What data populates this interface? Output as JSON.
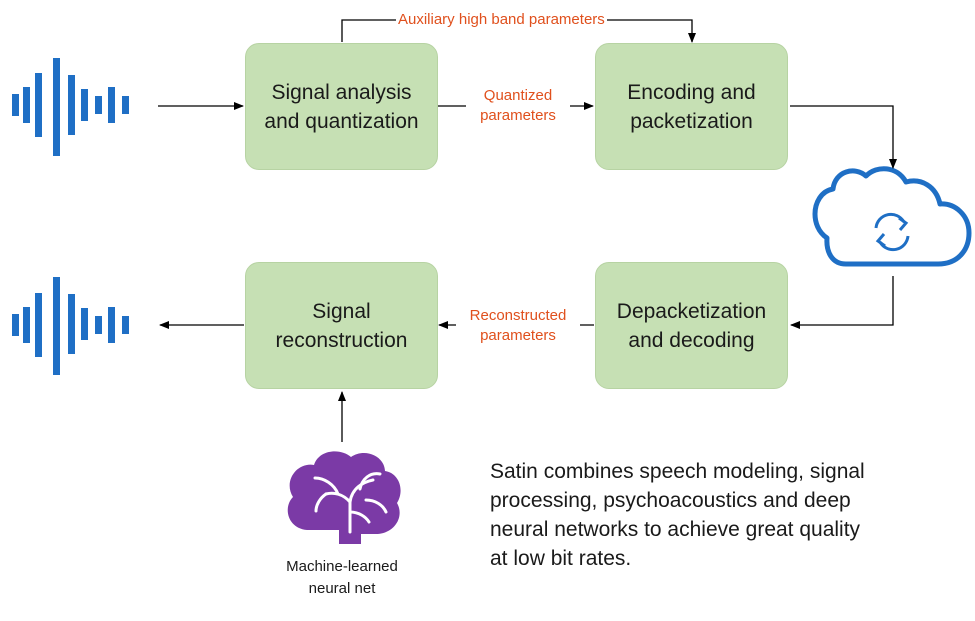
{
  "nodes": {
    "analysis": {
      "line1": "Signal analysis",
      "line2": "and quantization"
    },
    "encoding": {
      "line1": "Encoding and",
      "line2": "packetization"
    },
    "depacket": {
      "line1": "Depacketization",
      "line2": "and decoding"
    },
    "reconstruction": {
      "line1": "Signal",
      "line2": "reconstruction"
    }
  },
  "edge_labels": {
    "auxiliary": "Auxiliary high band parameters",
    "quantized_line1": "Quantized",
    "quantized_line2": "parameters",
    "reconstructed_line1": "Reconstructed",
    "reconstructed_line2": "parameters"
  },
  "neural_net_caption": {
    "line1": "Machine-learned",
    "line2": "neural net"
  },
  "description_lines": [
    "Satin combines speech modeling, signal",
    "processing, psychoacoustics and deep",
    "neural networks to achieve great quality",
    "at low bit rates."
  ],
  "icons": {
    "waveform_input": "audio-waveform-icon",
    "waveform_output": "audio-waveform-icon",
    "cloud": "cloud-sync-icon",
    "brain": "brain-icon"
  },
  "colors": {
    "box_fill": "#c6e0b4",
    "edge_label": "#e0501d",
    "waveform": "#1f6fc5",
    "cloud": "#1f6fc5",
    "brain": "#7b3aa6"
  }
}
